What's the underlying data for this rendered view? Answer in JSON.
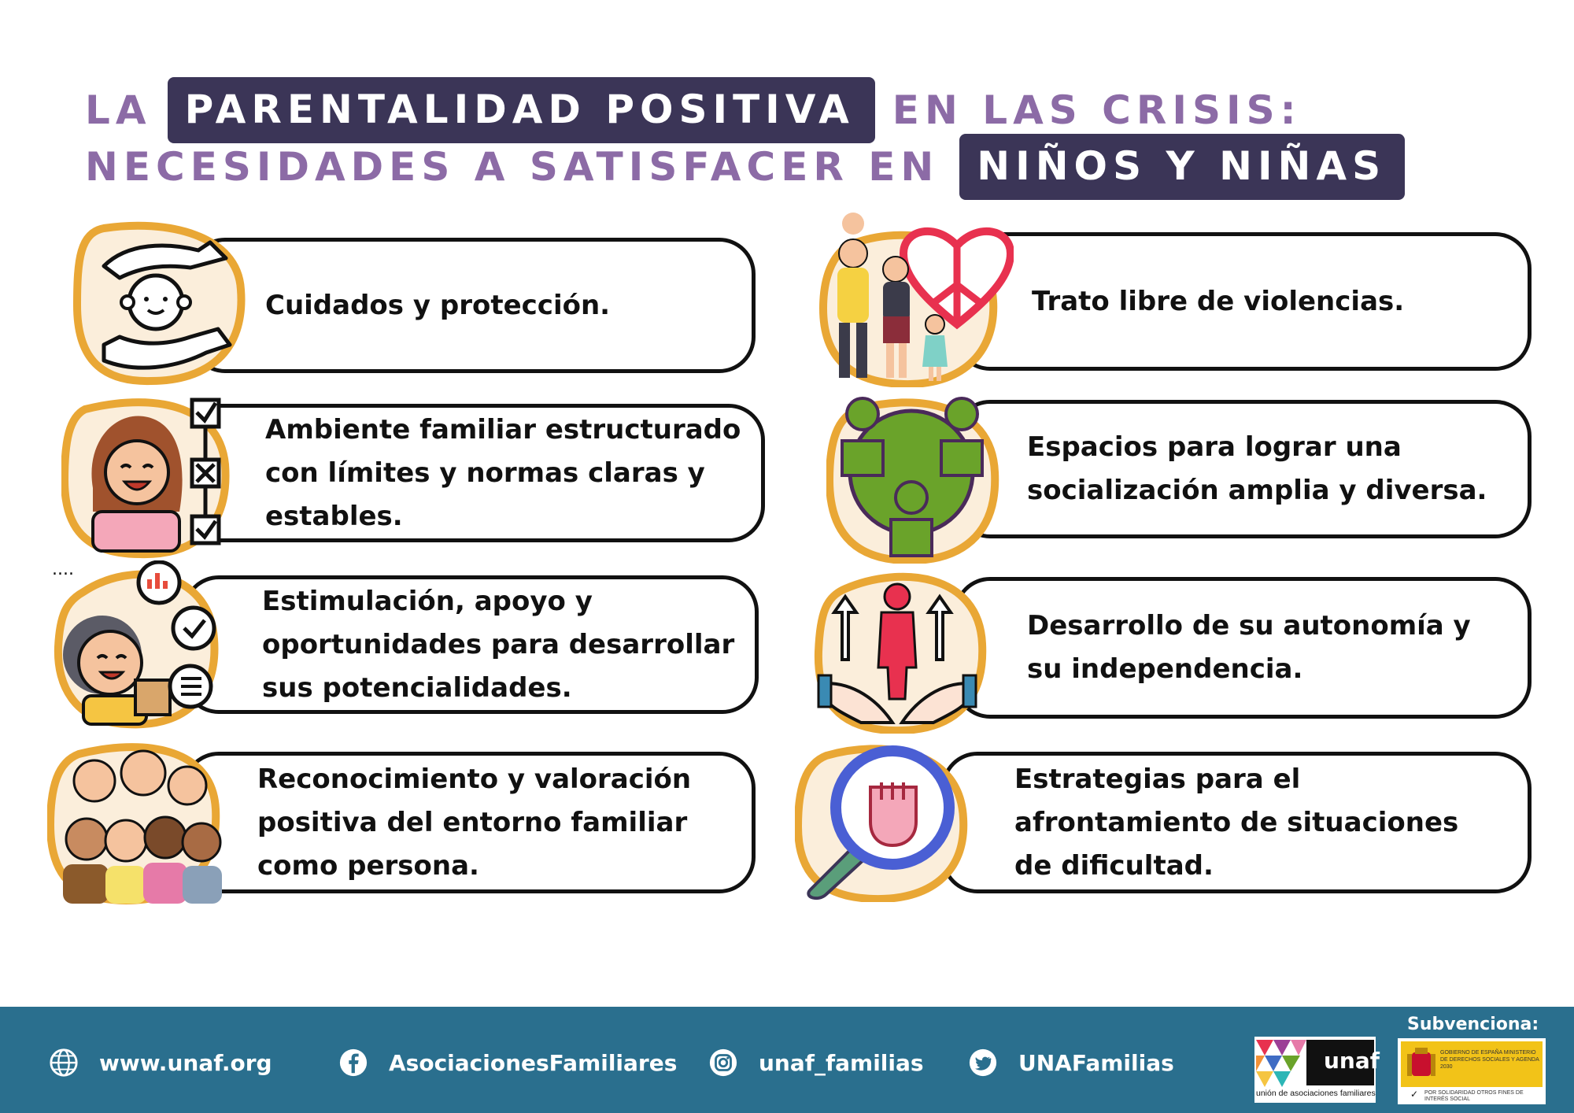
{
  "title": {
    "line1_prefix": "LA",
    "line1_highlight": "PARENTALIDAD POSITIVA",
    "line1_suffix": "EN LAS CRISIS:",
    "line2_prefix": "NECESIDADES A SATISFACER EN",
    "line2_highlight": "NIÑOS Y NIÑAS"
  },
  "cards": [
    {
      "text": "Cuidados y protección.",
      "icon": "caring-hands-baby-icon"
    },
    {
      "text": "Ambiente familiar estructurado\ncon límites y normas claras y\nestables.",
      "icon": "woman-checklist-icon"
    },
    {
      "text": "Estimulación, apoyo y\noportunidades para desarrollar\nsus potencialidades.",
      "icon": "child-learning-icon"
    },
    {
      "text": "Reconocimiento y valoración\npositiva del entorno familiar\ncomo persona.",
      "icon": "family-group-icon"
    },
    {
      "text": "Trato libre de violencias.",
      "icon": "family-peace-heart-icon"
    },
    {
      "text": "Espacios para lograr una\nsocialización amplia y diversa.",
      "icon": "people-network-icon"
    },
    {
      "text": "Desarrollo de su autonomía y\nsu independencia.",
      "icon": "person-growth-hands-icon"
    },
    {
      "text": "Estrategias para el\nafrontamiento de situaciones\nde dificultad.",
      "icon": "fist-magnifier-icon"
    }
  ],
  "footer": {
    "website": "www.unaf.org",
    "facebook": "AsociacionesFamiliares",
    "instagram": "unaf_familias",
    "twitter": "UNAFamilias",
    "subvenciona": "Subvenciona:",
    "unaf_logo_text": "unaf",
    "unaf_caption": "unión de asociaciones familiares",
    "gov_logo_text": "GOBIERNO DE ESPAÑA  MINISTERIO DE DERECHOS SOCIALES Y AGENDA 2030",
    "gov_caption": "POR SOLIDARIDAD OTROS FINES DE INTERÉS SOCIAL"
  },
  "colors": {
    "title_purple": "#8c6ba6",
    "title_box": "#3b3557",
    "icon_ring": "#e9a735",
    "footer_bg": "#2a6f8e"
  }
}
